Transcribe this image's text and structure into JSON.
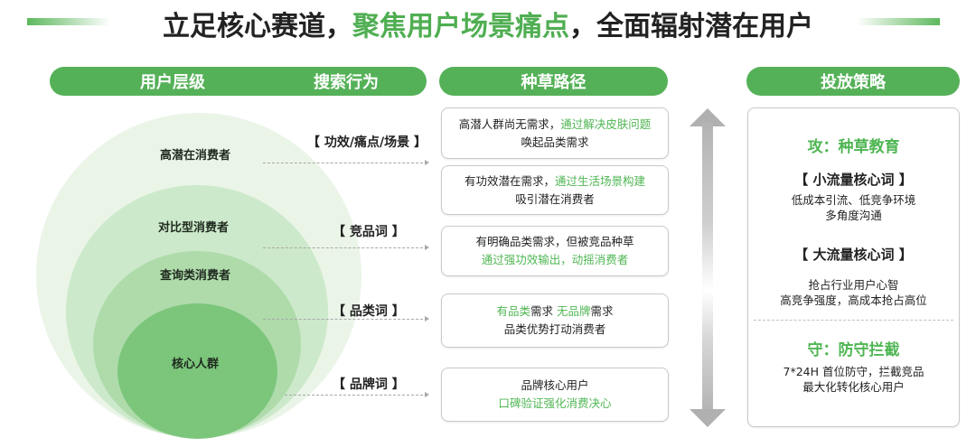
{
  "title": {
    "part1": "立足核心赛道，",
    "highlight": "聚焦用户场景痛点",
    "part2": "，全面辐射潜在用户"
  },
  "headers": {
    "user_level": "用户层级",
    "search_behavior": "搜索行为",
    "seeding_path": "种草路径",
    "strategy": "投放策略"
  },
  "user_layers": [
    {
      "label": "高潜在消费者"
    },
    {
      "label": "对比型消费者"
    },
    {
      "label": "查询类消费者"
    },
    {
      "label": "核心人群"
    }
  ],
  "search_keywords": [
    {
      "label": "【 功效/痛点/场景 】"
    },
    {
      "label": "【 竞品词 】"
    },
    {
      "label": "【 品类词 】"
    },
    {
      "label": "【 品牌词 】"
    }
  ],
  "seeding_paths": [
    {
      "line1_black": "高潜人群尚无需求，",
      "line1_green": "通过解决皮肤问题",
      "line2": "唤起品类需求"
    },
    {
      "line1_black": "有功效潜在需求，",
      "line1_green": "通过生活场景构建",
      "line2": "吸引潜在消费者"
    },
    {
      "line1": "有明确品类需求，但被竞品种草",
      "line2_green": "通过强功效输出，动摇消费者"
    },
    {
      "g1": "有品类",
      "b1": "需求 ",
      "g2": "无品牌",
      "b2": "需求",
      "line2": "品类优势打动消费者"
    },
    {
      "line1": "品牌核心用户",
      "line2_green": "口碑验证强化消费决心"
    }
  ],
  "strategy": {
    "attack_title": "攻：种草教育",
    "small_kw_title": "【 小流量核心词 】",
    "small_kw_line1": "低成本引流、低竞争环境",
    "small_kw_line2": "多角度沟通",
    "big_kw_title": "【 大流量核心词 】",
    "big_kw_line1": "抢占行业用户心智",
    "big_kw_line2": "高竞争强度，高成本抢占高位",
    "defend_title": "守：防守拦截",
    "defend_line1": "7*24H 首位防守，拦截竞品",
    "defend_line2": "最大化转化核心用户"
  },
  "colors": {
    "accent_green": "#55b158",
    "highlight_text_green": "#4fb653",
    "circle_outer": "#eaf5e8",
    "circle_core": "#7cc67c"
  }
}
